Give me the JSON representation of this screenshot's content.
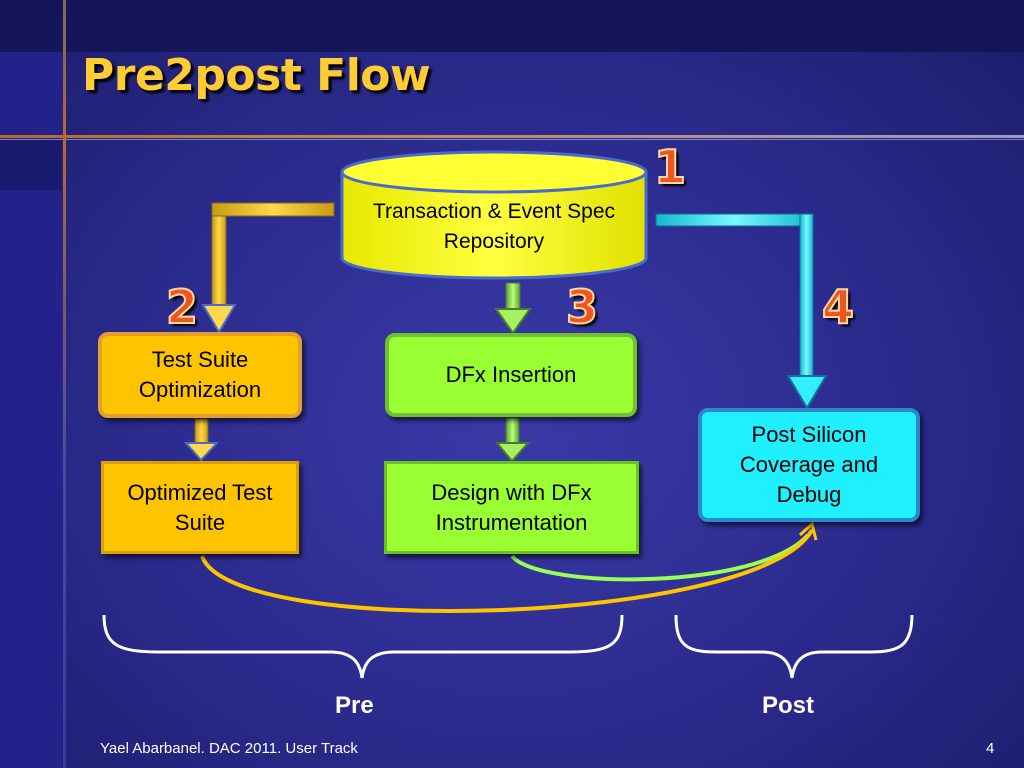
{
  "slide": {
    "title": "Pre2post Flow",
    "footer_text": "Yael Abarbanel. DAC 2011. User Track",
    "page_number": "4"
  },
  "diagram": {
    "repository": "Transaction & Event Spec Repository",
    "test_suite_optimization": "Test Suite Optimization",
    "dfx_insertion": "DFx Insertion",
    "optimized_test_suite": "Optimized Test Suite",
    "design_with_dfx": "Design with DFx Instrumentation",
    "post_silicon": "Post Silicon Coverage and Debug",
    "step_numbers": [
      "1",
      "2",
      "3",
      "4"
    ],
    "pre_label": "Pre",
    "post_label": "Post"
  },
  "colors": {
    "yellow_box": "#ffc400",
    "green_box": "#99ff33",
    "cyan_box": "#1ff0ff",
    "repository": "#ffff22",
    "title": "#ffcc33",
    "step_number": "#ee5522"
  }
}
